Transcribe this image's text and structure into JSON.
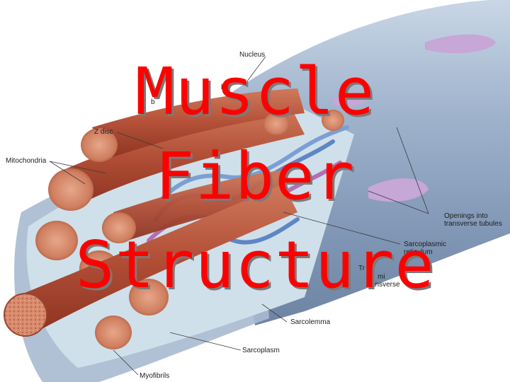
{
  "slide": {
    "title_lines": [
      "Muscle",
      "Fiber",
      "Structure"
    ],
    "title_color": "#ff0000"
  },
  "diagram": {
    "labels": {
      "nucleus": "Nucleus",
      "a_band_partial": "ba",
      "i_band_partial": "b",
      "z_disc": "Z disc",
      "mitochondria": "Mitochondria",
      "openings_line1": "Openings into",
      "openings_line2": "transverse tubules",
      "sr_line1": "Sarcoplasmic",
      "sr_line2": "reticulum",
      "triad_partial": "Tr",
      "tubule_partial_1": "mi",
      "tubule_partial_2": "ansverse",
      "sarcolemma": "Sarcolemma",
      "sarcoplasm": "Sarcoplasm",
      "myofibrils": "Myofibrils"
    },
    "colors": {
      "sarcolemma": "#9db0c9",
      "myofibril": "#b8553f",
      "myofibril_end": "#d98b6c",
      "sarcoplasmic_reticulum": "#5f86c4",
      "t_tubule": "#b46fb2"
    }
  }
}
